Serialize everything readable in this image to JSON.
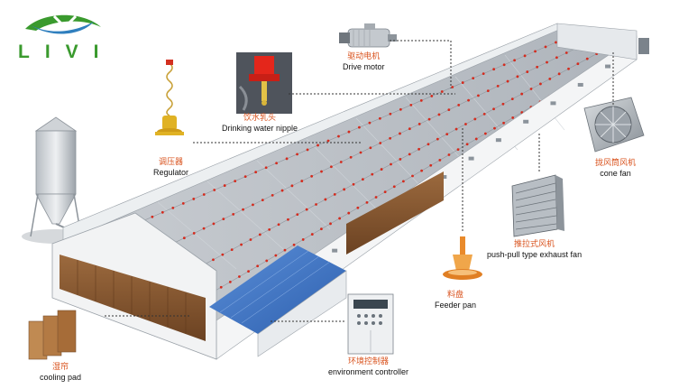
{
  "logo": {
    "text": "LIVI",
    "color": "#3a9a2e"
  },
  "callouts": {
    "drive_motor": {
      "cn": "驱动电机",
      "en": "Drive motor"
    },
    "nipple": {
      "cn": "饮水乳头",
      "en": "Drinking water nipple"
    },
    "regulator": {
      "cn": "调压器",
      "en": "Regulator"
    },
    "cone_fan": {
      "cn": "拢风筒风机",
      "en": "cone fan"
    },
    "exhaust_fan": {
      "cn": "推拉式风机",
      "en": "push-pull type exhaust fan"
    },
    "feeder_pan": {
      "cn": "料盘",
      "en": "Feeder pan"
    },
    "env_controller": {
      "cn": "环境控制器",
      "en": "environment controller"
    },
    "cooling_pad": {
      "cn": "湿帘",
      "en": "cooling pad"
    }
  },
  "colors": {
    "accent_orange": "#d9531e",
    "roof_blue": "#3c72c4",
    "pad_brown": "#7a5030",
    "feed_line_red": "#d42b1e",
    "wall_white": "#f4f5f6",
    "floor_grey": "#b9bec4"
  }
}
